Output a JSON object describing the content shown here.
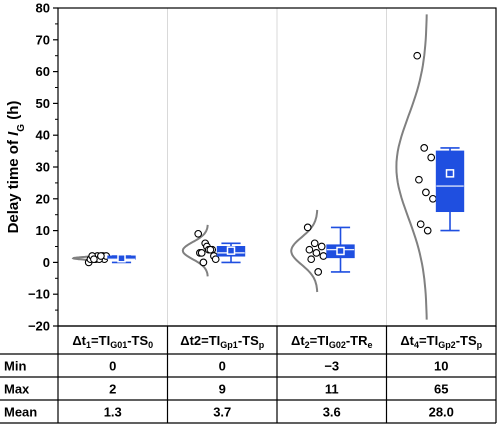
{
  "chart_data": {
    "type": "box",
    "ylabel_prefix": "Delay time of ",
    "ylabel_var": "I",
    "ylabel_sub": "G",
    "ylabel_suffix": " (h)",
    "ylim": [
      -20,
      80
    ],
    "yticks": [
      -20,
      -10,
      0,
      10,
      20,
      30,
      40,
      50,
      60,
      70,
      80
    ],
    "colors": {
      "box": "#1f4fe0",
      "curve": "#808080",
      "points": "#000000",
      "grid": "#d9d9d9"
    },
    "categories": [
      {
        "label_parts": [
          {
            "t": "Δt",
            "sub": false
          },
          {
            "t": "1",
            "sub": true
          },
          {
            "t": "=TI",
            "sub": false
          },
          {
            "t": "G01",
            "sub": true
          },
          {
            "t": "-TS",
            "sub": false
          },
          {
            "t": "0",
            "sub": true
          }
        ],
        "points": [
          0,
          1,
          2,
          1,
          2,
          1,
          2,
          1,
          2,
          1,
          2
        ],
        "box": {
          "whisker_low": 0,
          "q1": 1,
          "median": 1,
          "q3": 2,
          "whisker_high": 2,
          "mean": 1.3
        },
        "curve": {
          "center": 1.3,
          "sd": 0.4,
          "peak": 0.23
        },
        "min": "0",
        "max": "2",
        "mean": "1.3"
      },
      {
        "label_parts": [
          {
            "t": "Δt2=TI",
            "sub": false
          },
          {
            "t": "Gp1",
            "sub": true
          },
          {
            "t": "-TS",
            "sub": false
          },
          {
            "t": "p",
            "sub": true
          }
        ],
        "points": [
          9,
          6,
          4,
          3,
          5,
          2,
          3,
          4,
          1,
          0,
          4
        ],
        "box": {
          "whisker_low": 0,
          "q1": 2,
          "median": 3,
          "q3": 5,
          "whisker_high": 6,
          "mean": 3.7
        },
        "curve": {
          "center": 3.7,
          "sd": 2.7,
          "peak": 0.23
        },
        "min": "0",
        "max": "9",
        "mean": "3.7"
      },
      {
        "label_parts": [
          {
            "t": "Δt",
            "sub": false
          },
          {
            "t": "2",
            "sub": true
          },
          {
            "t": "=TI",
            "sub": false
          },
          {
            "t": "G02",
            "sub": true
          },
          {
            "t": "-TR",
            "sub": false
          },
          {
            "t": "e",
            "sub": true
          }
        ],
        "points": [
          11,
          6,
          5,
          4,
          3,
          2,
          1,
          -3
        ],
        "box": {
          "whisker_low": -3,
          "q1": 1.5,
          "median": 4,
          "q3": 5.5,
          "whisker_high": 11,
          "mean": 3.6
        },
        "curve": {
          "center": 3.6,
          "sd": 4.3,
          "peak": 0.24
        },
        "min": "−3",
        "max": "11",
        "mean": "3.6"
      },
      {
        "label_parts": [
          {
            "t": "Δt",
            "sub": false
          },
          {
            "t": "4",
            "sub": true
          },
          {
            "t": "=TI",
            "sub": false
          },
          {
            "t": "Gp2",
            "sub": true
          },
          {
            "t": "-TS",
            "sub": false
          },
          {
            "t": "p",
            "sub": true
          }
        ],
        "points": [
          65,
          36,
          33,
          26,
          22,
          20,
          12,
          10
        ],
        "box": {
          "whisker_low": 10,
          "q1": 16,
          "median": 24,
          "q3": 35,
          "whisker_high": 36,
          "mean": 28.0
        },
        "curve": {
          "center": 30,
          "sd": 16,
          "peak": 0.28
        },
        "min": "10",
        "max": "65",
        "mean": "28.0"
      }
    ],
    "table_rows": [
      {
        "label": "Min",
        "key": "min"
      },
      {
        "label": "Max",
        "key": "max"
      },
      {
        "label": "Mean",
        "key": "mean"
      }
    ]
  }
}
